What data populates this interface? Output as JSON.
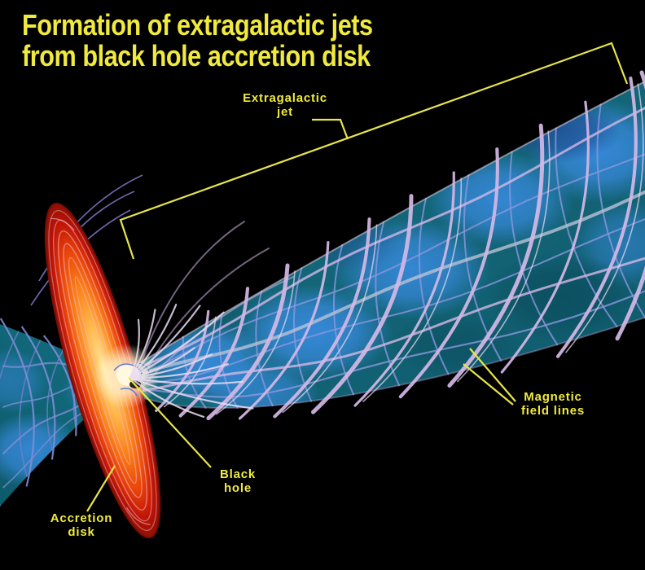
{
  "title": {
    "line1": "Formation of extragalactic jets",
    "line2": "from black hole accretion disk"
  },
  "labels": {
    "jet": {
      "line1": "Extragalactic",
      "line2": "jet"
    },
    "magnetic": {
      "line1": "Magnetic",
      "line2": "field lines"
    },
    "black_hole": {
      "line1": "Black",
      "line2": "hole"
    },
    "accretion": {
      "line1": "Accretion",
      "line2": "disk"
    }
  },
  "colors": {
    "background": "#000000",
    "annotation_yellow": "#f0ea3e",
    "leader_line_yellow": "#e9e44a",
    "jet_teal": "#136678",
    "jet_teal_dark": "#0b4e5f",
    "jet_blue_bright": "#3a8ce2",
    "jet_navy": "#1d4a8c",
    "field_line_lavender": "#d4b8e6",
    "field_line_periwinkle": "#8a97dd",
    "field_line_bright": "#eadcf2",
    "counter_jet_teal": "#0d5a6b",
    "counter_jet_teal_light": "#147184",
    "counter_jet_line": "#7d8dd6",
    "disk_core": "#ffe9a0",
    "disk_orange": "#f97b16",
    "disk_red": "#e8430a",
    "disk_edge": "#8f0f04",
    "disk_line_pink": "#f5bcd2",
    "glow_center": "#fff3cf",
    "swirl_blue": "#4a6ee0",
    "violet_line": "#8f7cd4"
  }
}
